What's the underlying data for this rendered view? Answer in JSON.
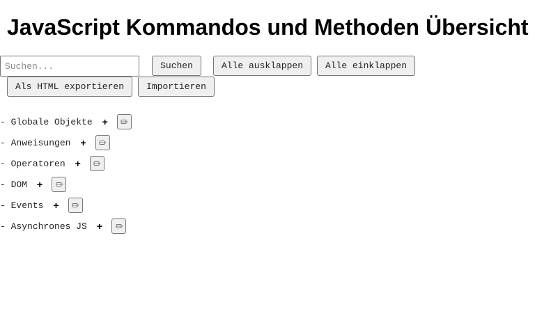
{
  "header": {
    "title": "JavaScript Kommandos und Methoden Übersicht"
  },
  "toolbar": {
    "search_placeholder": "Suchen...",
    "search_value": "",
    "search_label": "Suchen",
    "expand_all_label": "Alle ausklappen",
    "collapse_all_label": "Alle einklappen",
    "export_label": "Als HTML exportieren",
    "import_label": "Importieren"
  },
  "categories": [
    {
      "prefix": "- ",
      "label": "Globale Objekte",
      "add_icon": "+",
      "edit_icon": "pencil-icon"
    },
    {
      "prefix": "- ",
      "label": "Anweisungen",
      "add_icon": "+",
      "edit_icon": "pencil-icon"
    },
    {
      "prefix": "- ",
      "label": "Operatoren",
      "add_icon": "+",
      "edit_icon": "pencil-icon"
    },
    {
      "prefix": "- ",
      "label": "DOM",
      "add_icon": "+",
      "edit_icon": "pencil-icon"
    },
    {
      "prefix": "- ",
      "label": "Events",
      "add_icon": "+",
      "edit_icon": "pencil-icon"
    },
    {
      "prefix": "- ",
      "label": "Asynchrones JS",
      "add_icon": "+",
      "edit_icon": "pencil-icon"
    }
  ]
}
